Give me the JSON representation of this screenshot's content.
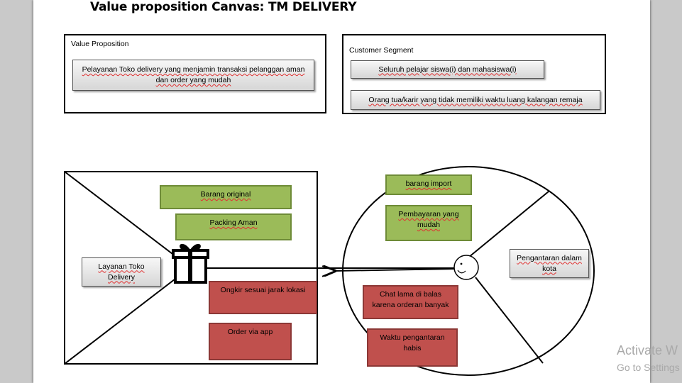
{
  "document": {
    "title": "Value proposition Canvas: TM DELIVERY"
  },
  "value_proposition": {
    "label": "Value Proposition",
    "statement": "Pelayanan Toko delivery yang menjamin transaksi pelanggan aman dan order yang mudah"
  },
  "customer_segment": {
    "label": "Customer Segment",
    "items": [
      "Seluruh pelajar siswa(i) dan mahasiswa(i)",
      "Orang tua/karir yang tidak memiliki waktu luang kalangan remaja"
    ]
  },
  "product_map": {
    "product": "Layanan Toko Delivery",
    "gain_creators": [
      "Barang original",
      "Packing Aman"
    ],
    "pain_relievers": [
      "Ongkir sesuai jarak lokasi",
      "Order via app"
    ],
    "product_icon": "gift-icon"
  },
  "customer_profile": {
    "gains": [
      "barang import",
      "Pembayaran yang mudah"
    ],
    "pains": [
      "Chat lama di balas karena orderan banyak",
      "Waktu pengantaran habis"
    ],
    "jobs": [
      "Pengantaran dalam kota"
    ],
    "customer_icon": "smiley-face-icon"
  },
  "watermark": {
    "line1": "Activate W",
    "line2": "Go to Settings"
  },
  "colors": {
    "gain": "#9bbb59",
    "pain": "#c0504d",
    "background": "#c9c9c9"
  }
}
